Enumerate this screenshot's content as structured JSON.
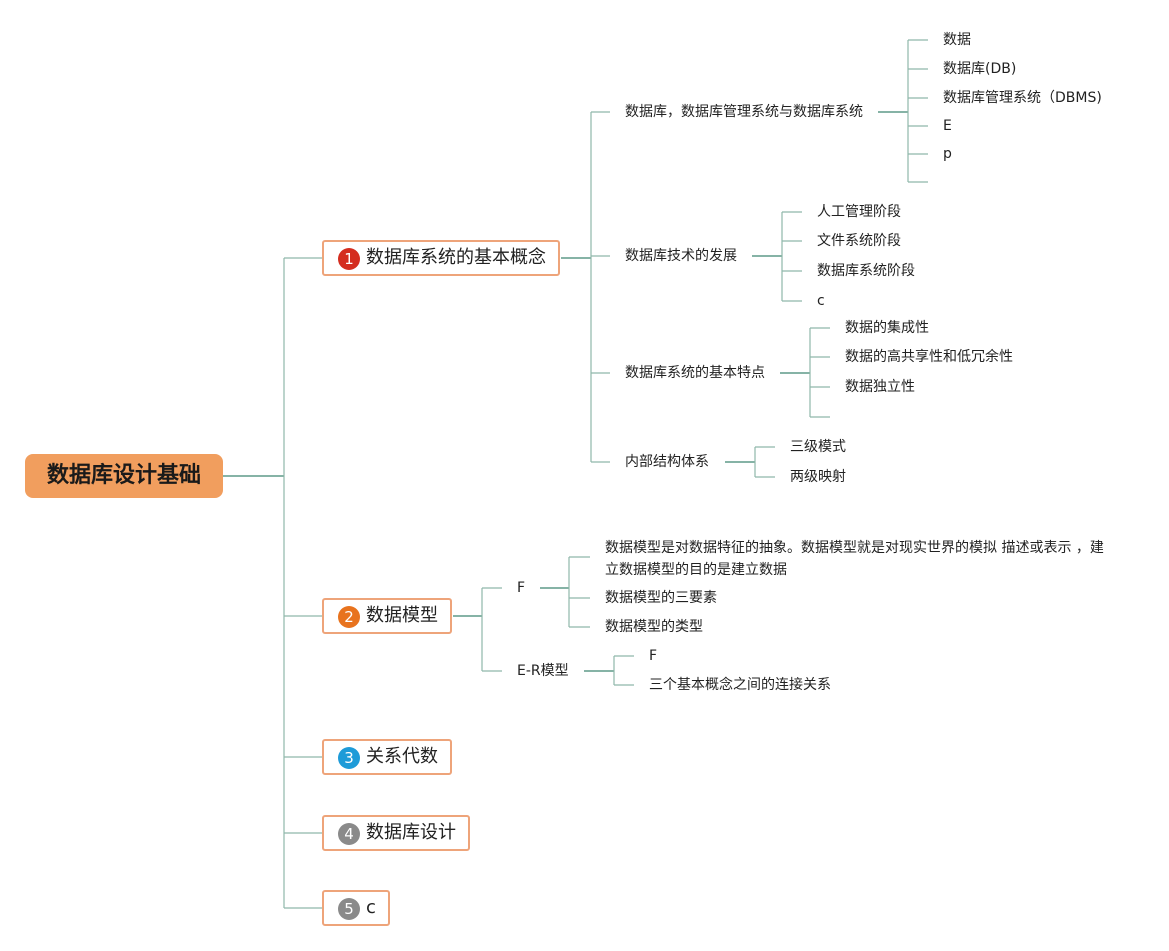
{
  "root": {
    "label": "数据库设计基础"
  },
  "topics": [
    {
      "number": "1",
      "label": "数据库系统的基本概念",
      "badge_color": "#d42d1f",
      "children": [
        {
          "label": "数据库，数据库管理系统与数据库系统",
          "children": [
            "数据",
            "数据库(DB)",
            "数据库管理系统（DBMS)",
            "E",
            "p",
            ""
          ]
        },
        {
          "label": "数据库技术的发展",
          "children": [
            "人工管理阶段",
            "文件系统阶段",
            "数据库系统阶段",
            "c"
          ]
        },
        {
          "label": "数据库系统的基本特点",
          "children": [
            "数据的集成性",
            "数据的高共享性和低冗余性",
            "数据独立性",
            ""
          ]
        },
        {
          "label": "内部结构体系",
          "children": [
            "三级模式",
            "两级映射"
          ]
        }
      ]
    },
    {
      "number": "2",
      "label": "数据模型",
      "badge_color": "#e8731e",
      "children": [
        {
          "label": "F",
          "children": [
            "数据模型是对数据特征的抽象。数据模型就是对现实世界的模拟 描述或表示 ，建立数据模型的目的是建立数据",
            "数据模型的三要素",
            "数据模型的类型"
          ]
        },
        {
          "label": "E-R模型",
          "children": [
            "F",
            "三个基本概念之间的连接关系"
          ]
        }
      ]
    },
    {
      "number": "3",
      "label": "关系代数",
      "badge_color": "#1e9bd8",
      "children": []
    },
    {
      "number": "4",
      "label": "数据库设计",
      "badge_color": "#8a8a8a",
      "children": []
    },
    {
      "number": "5",
      "label": "c",
      "badge_color": "#8a8a8a",
      "children": []
    }
  ]
}
